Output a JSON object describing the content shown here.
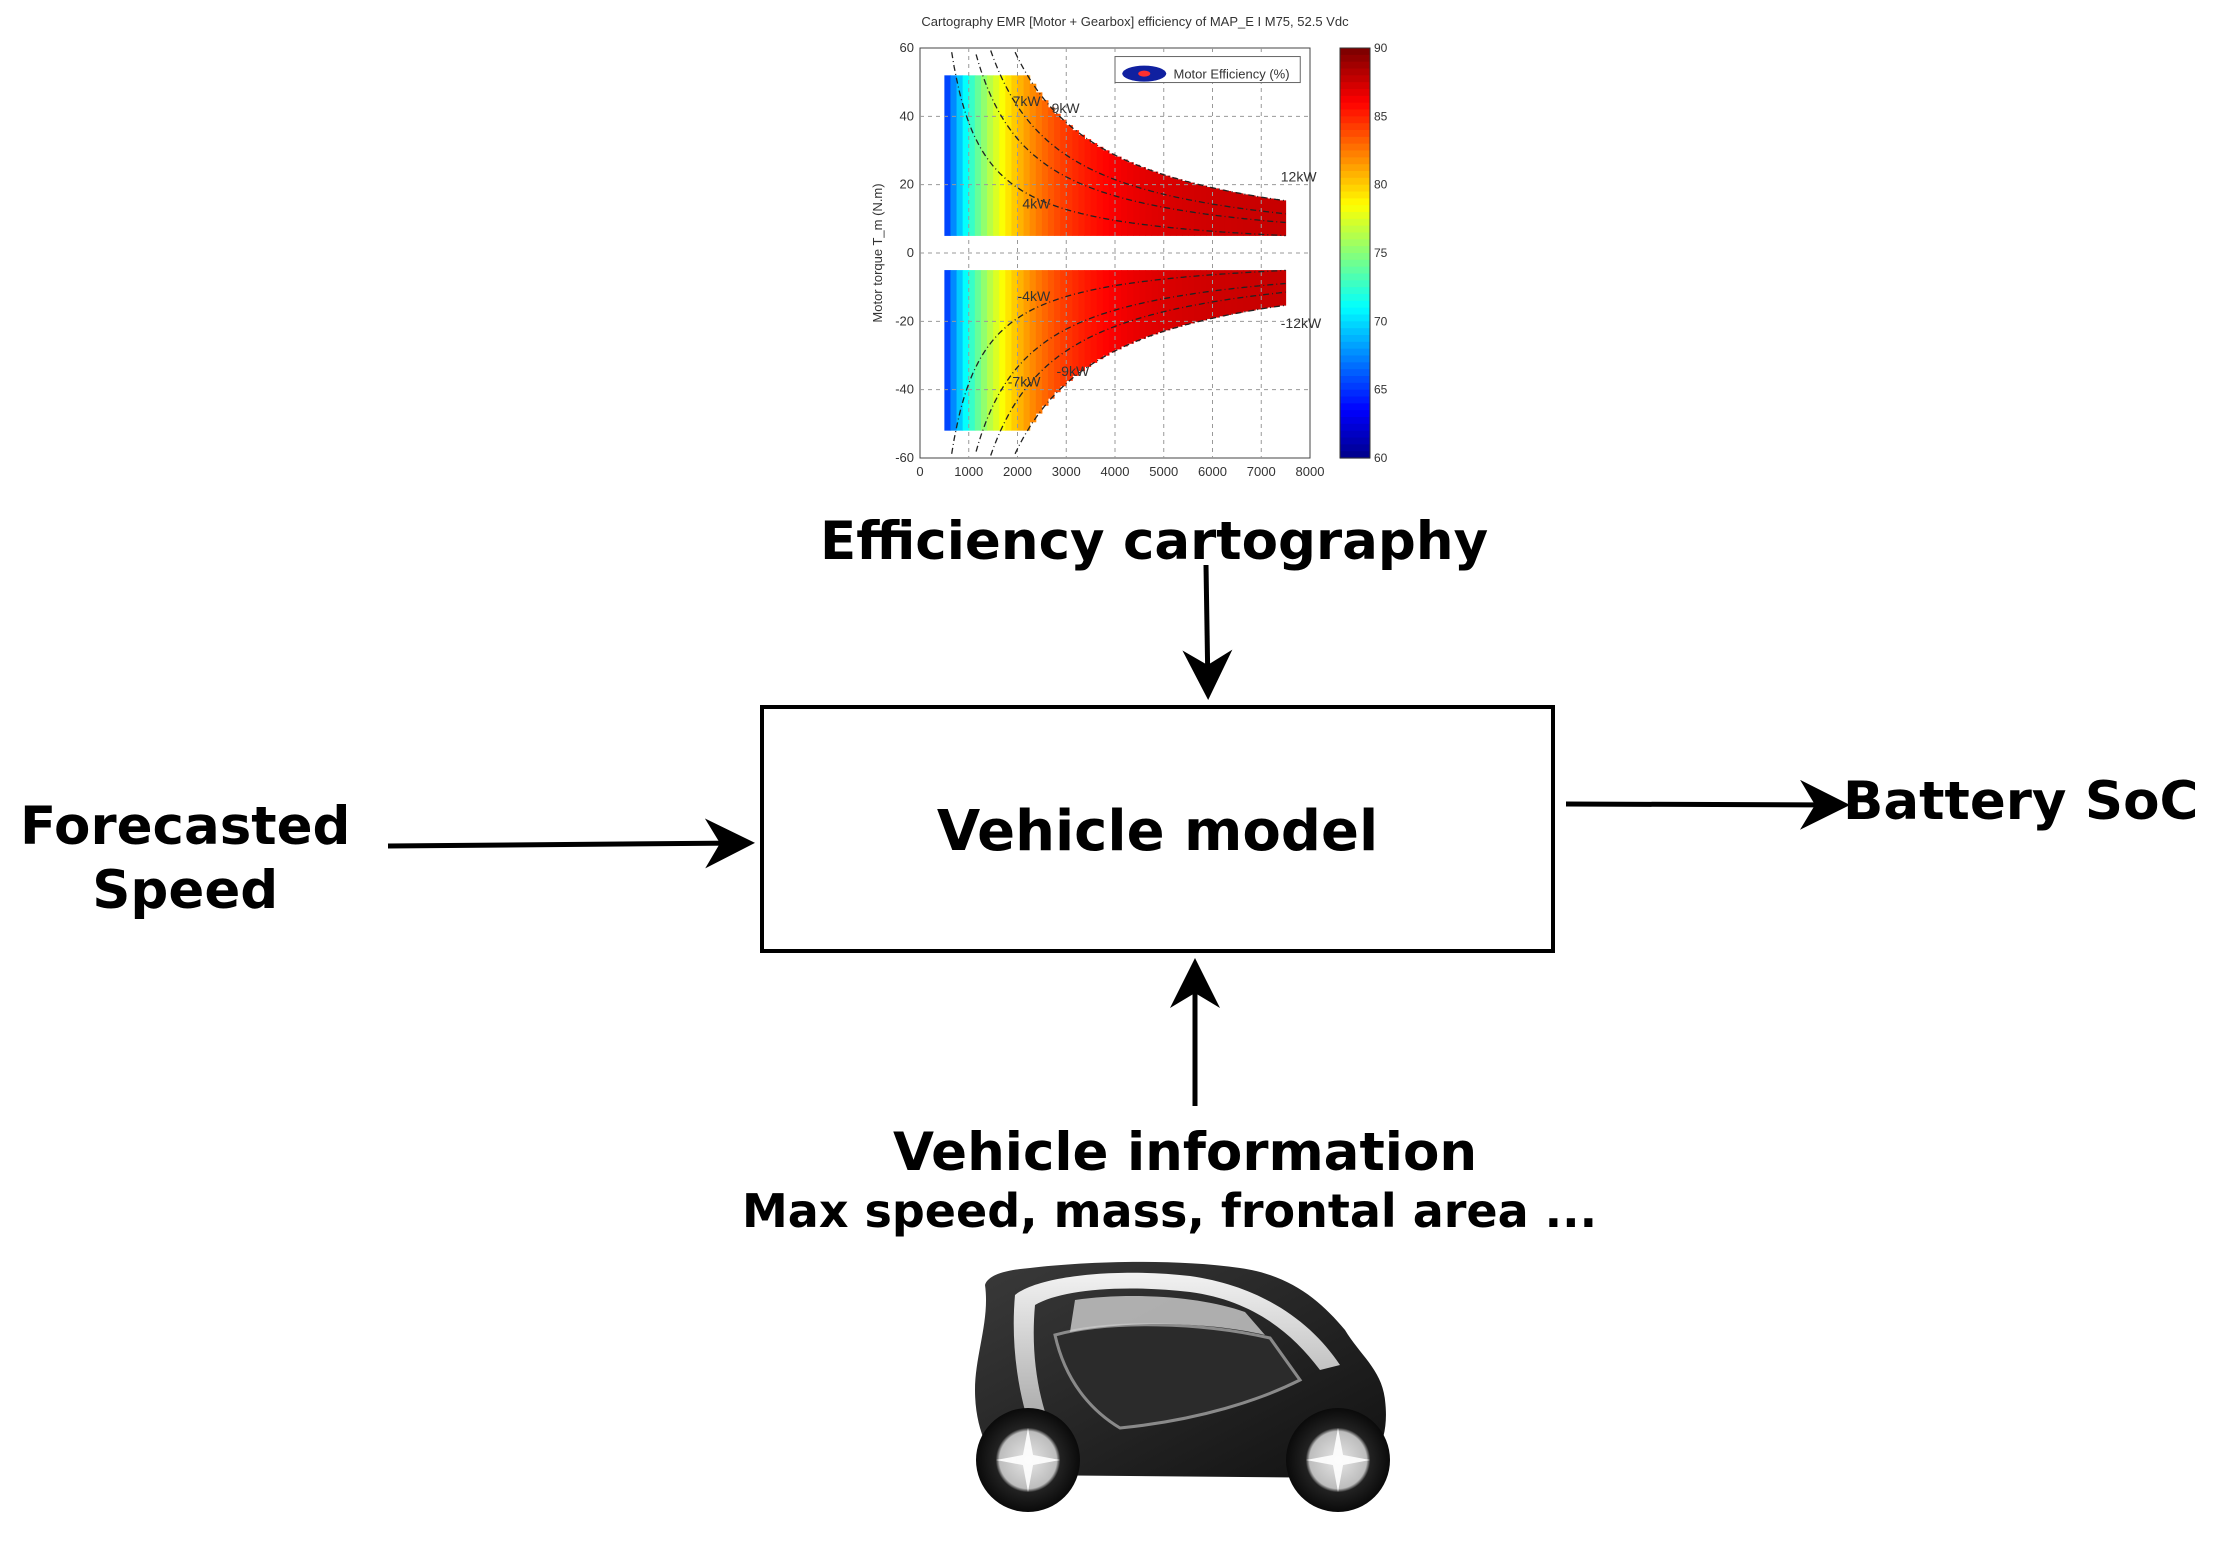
{
  "diagram": {
    "cartography_label": "Efficiency cartography",
    "model_label": "Vehicle model",
    "input_label_line1": "Forecasted",
    "input_label_line2": "Speed",
    "output_label": "Battery SoC",
    "vehicle_info_title": "Vehicle information",
    "vehicle_info_sub": "Max speed, mass, frontal area ..."
  },
  "chart_data": {
    "type": "heatmap",
    "title": "Cartography EMR [Motor + Gearbox] efficiency of MAP_E I M75, 52.5 Vdc",
    "xlabel": "",
    "ylabel": "Motor torque T_m (N.m)",
    "xlim": [
      0,
      8000
    ],
    "ylim": [
      -60,
      60
    ],
    "x_ticks": [
      "0",
      "1000",
      "2000",
      "3000",
      "4000",
      "5000",
      "6000",
      "7000",
      "8000"
    ],
    "y_ticks": [
      "60",
      "40",
      "20",
      "0",
      "-20",
      "-40",
      "-60"
    ],
    "colorbar_ticks": [
      "90",
      "85",
      "80",
      "75",
      "70",
      "65",
      "60"
    ],
    "colorbar_range": [
      60,
      90
    ],
    "legend": "Motor Efficiency (%)",
    "power_labels_positive": [
      "7kW",
      "9kW",
      "4kW",
      "12kW"
    ],
    "power_labels_negative": [
      "-4kW",
      "-12kW",
      "-7kW",
      "-9kW"
    ],
    "power_curves_kw": [
      4,
      7,
      9,
      12
    ],
    "grid": true,
    "colors": {
      "low": "#00007f",
      "mid": "#ffff00",
      "high": "#ff2000"
    }
  }
}
